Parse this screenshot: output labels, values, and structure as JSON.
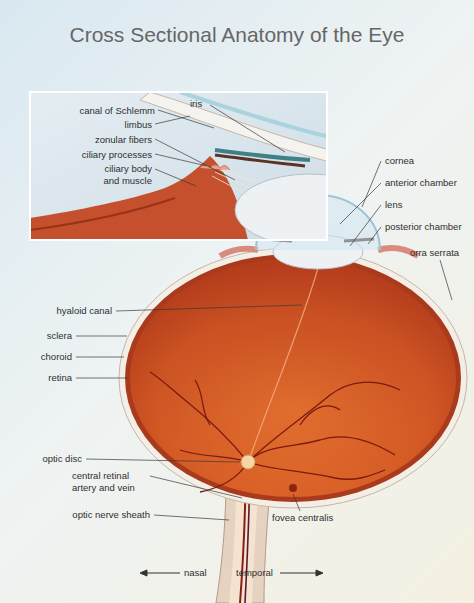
{
  "diagram": {
    "title": "Cross Sectional Anatomy of the Eye",
    "labels": [
      "canal of Schlemm",
      "iris",
      "limbus",
      "zonular fibers",
      "ciliary processes",
      "ciliary body and muscle",
      "cornea",
      "anterior chamber",
      "lens",
      "posterior chamber",
      "orra serrata",
      "hyaloid canal",
      "sclera",
      "choroid",
      "retina",
      "optic disc",
      "central retinal artery and vein",
      "optic nerve sheath",
      "fovea centralis",
      "nasal",
      "temporal"
    ]
  }
}
